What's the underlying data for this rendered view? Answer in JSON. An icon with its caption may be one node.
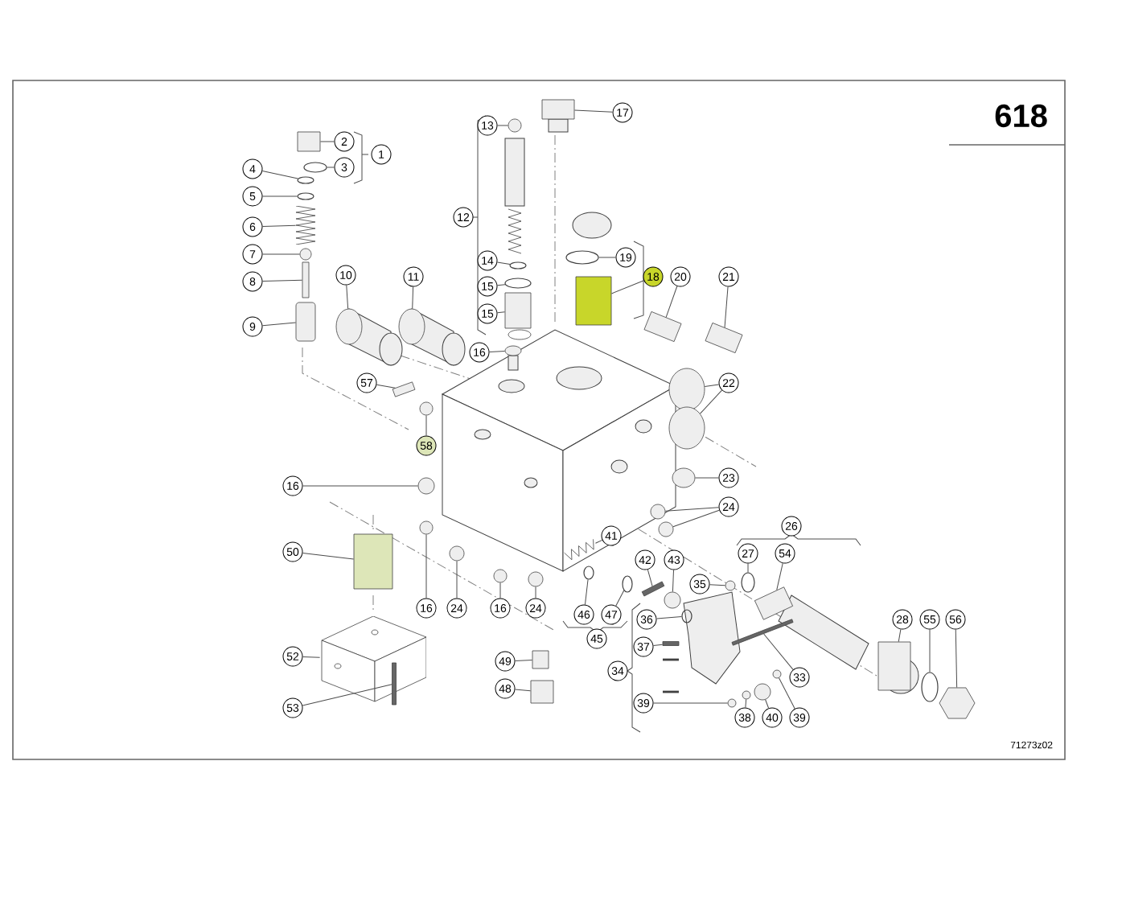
{
  "diagram": {
    "nodes": [
      {
        "text": [
          "1"
        ]
      },
      {
        "text": [
          "2"
        ]
      },
      {
        "text": [
          "3"
        ]
      },
      {
        "text": [
          "4"
        ]
      },
      {
        "text": [
          "5"
        ]
      },
      {
        "text": [
          "6"
        ]
      },
      {
        "text": [
          "7"
        ]
      },
      {
        "text": [
          "8"
        ]
      },
      {
        "text": [
          "9"
        ]
      },
      {
        "text": [
          "10"
        ]
      },
      {
        "text": [
          "11"
        ]
      },
      {
        "text": [
          "12"
        ]
      },
      {
        "text": [
          "13"
        ]
      },
      {
        "text": [
          "14"
        ]
      },
      {
        "text": [
          "15"
        ]
      },
      {
        "text": [
          "15"
        ]
      },
      {
        "text": [
          "16"
        ]
      },
      {
        "text": [
          "17"
        ]
      },
      {
        "text": [
          "19"
        ]
      },
      {
        "text": [
          "18"
        ]
      },
      {
        "text": [
          "20"
        ]
      },
      {
        "text": [
          "21"
        ]
      },
      {
        "text": [
          "22"
        ]
      },
      {
        "text": [
          "57"
        ]
      },
      {
        "text": [
          "58"
        ]
      },
      {
        "text": [
          "23"
        ]
      },
      {
        "text": [
          "16"
        ]
      },
      {
        "text": [
          "24"
        ]
      },
      {
        "text": [
          "26"
        ]
      },
      {
        "text": [
          "41"
        ]
      },
      {
        "text": [
          "50"
        ]
      },
      {
        "text": [
          "27"
        ]
      },
      {
        "text": [
          "54"
        ]
      },
      {
        "text": [
          "42"
        ]
      },
      {
        "text": [
          "43"
        ]
      },
      {
        "text": [
          "35"
        ]
      },
      {
        "text": [
          "16"
        ]
      },
      {
        "text": [
          "24"
        ]
      },
      {
        "text": [
          "16"
        ]
      },
      {
        "text": [
          "24"
        ]
      },
      {
        "text": [
          "46"
        ]
      },
      {
        "text": [
          "47"
        ]
      },
      {
        "text": [
          "28"
        ]
      },
      {
        "text": [
          "55"
        ]
      },
      {
        "text": [
          "56"
        ]
      },
      {
        "text": [
          "36"
        ]
      },
      {
        "text": [
          "45"
        ]
      },
      {
        "text": [
          "37"
        ]
      },
      {
        "text": [
          "52"
        ]
      },
      {
        "text": [
          "49"
        ]
      },
      {
        "text": [
          "34"
        ]
      },
      {
        "text": [
          "33"
        ]
      },
      {
        "text": [
          "48"
        ]
      },
      {
        "text": [
          "39"
        ]
      },
      {
        "text": [
          "53"
        ]
      },
      {
        "text": [
          "38"
        ]
      },
      {
        "text": [
          "40"
        ]
      },
      {
        "text": [
          "39"
        ]
      },
      {
        "text": [],
        "shape": "box"
      },
      {
        "text": [],
        "shape": "ring"
      },
      {
        "text": [],
        "shape": "ring"
      },
      {
        "text": [],
        "shape": "ring"
      },
      {
        "text": [],
        "shape": "spring"
      },
      {
        "text": [],
        "shape": "circle"
      },
      {
        "text": [],
        "shape": "box"
      },
      {
        "text": [],
        "shape": "box"
      },
      {
        "text": [],
        "shape": "circle"
      },
      {
        "text": [],
        "shape": "circle"
      },
      {
        "text": [],
        "shape": "circle"
      },
      {
        "text": [],
        "shape": "ring"
      },
      {
        "text": [],
        "shape": "ring"
      },
      {
        "text": [],
        "shape": "box"
      },
      {
        "text": [],
        "shape": "circle"
      },
      {
        "text": [],
        "shape": "box"
      },
      {
        "text": [],
        "shape": "ring"
      },
      {
        "text": [],
        "shape": "cylinder"
      },
      {
        "text": [],
        "shape": "box"
      },
      {
        "text": [],
        "shape": "box"
      },
      {
        "text": [],
        "shape": "circle"
      },
      {
        "text": [],
        "shape": "circle"
      },
      {
        "text": [],
        "shape": "box"
      },
      {
        "text": [],
        "shape": "circle"
      },
      {
        "text": [],
        "shape": "circle"
      },
      {
        "text": [],
        "shape": "circle"
      },
      {
        "text": [],
        "shape": "circle"
      },
      {
        "text": [],
        "shape": "circle"
      },
      {
        "text": [],
        "shape": "spring"
      },
      {
        "text": [],
        "shape": "cylinder"
      },
      {
        "text": [],
        "shape": "ring"
      },
      {
        "text": [],
        "shape": "box"
      },
      {
        "text": [],
        "shape": "box"
      },
      {
        "text": [],
        "shape": "circle"
      },
      {
        "text": [],
        "shape": "circle"
      },
      {
        "text": [],
        "shape": "circle"
      },
      {
        "text": [],
        "shape": "circle"
      },
      {
        "text": [],
        "shape": "circle"
      },
      {
        "text": [],
        "shape": "circle"
      },
      {
        "text": [],
        "shape": "ring"
      },
      {
        "text": [],
        "shape": "ring"
      },
      {
        "text": [],
        "shape": "box"
      },
      {
        "text": [],
        "shape": "ring"
      },
      {
        "text": [],
        "shape": "nut"
      },
      {
        "text": [],
        "shape": "ring"
      },
      {
        "text": [],
        "shape": "box"
      },
      {
        "text": [],
        "shape": "block"
      },
      {
        "text": [],
        "shape": "box"
      },
      {
        "text": [],
        "shape": "box"
      },
      {
        "text": [],
        "shape": "box"
      },
      {
        "text": [],
        "shape": "circle"
      },
      {
        "text": [],
        "shape": "box"
      },
      {
        "text": [],
        "shape": "circle"
      },
      {
        "text": [],
        "shape": "circle"
      },
      {
        "text": [],
        "shape": "circle"
      }
    ],
    "edges": [
      {
        "from": 1,
        "to": 58,
        "arrow": "none"
      },
      {
        "from": 2,
        "to": 59,
        "arrow": "none"
      },
      {
        "from": 3,
        "to": 60,
        "arrow": "none"
      },
      {
        "from": 4,
        "to": 61,
        "arrow": "none"
      },
      {
        "from": 5,
        "to": 62,
        "arrow": "none"
      },
      {
        "from": 6,
        "to": 63,
        "arrow": "none"
      },
      {
        "from": 7,
        "to": 64,
        "arrow": "none"
      },
      {
        "from": 8,
        "to": 65,
        "arrow": "none"
      },
      {
        "from": 9,
        "to": 66,
        "arrow": "none"
      },
      {
        "from": 10,
        "to": 67,
        "arrow": "none"
      },
      {
        "from": 12,
        "to": 68,
        "arrow": "none"
      },
      {
        "from": 13,
        "to": 69,
        "arrow": "none"
      },
      {
        "from": 14,
        "to": 70,
        "arrow": "none"
      },
      {
        "from": 15,
        "to": 71,
        "arrow": "none"
      },
      {
        "from": 16,
        "to": 72,
        "arrow": "none"
      },
      {
        "from": 17,
        "to": 73,
        "arrow": "none"
      },
      {
        "from": 18,
        "to": 74,
        "arrow": "none"
      },
      {
        "from": 19,
        "to": 75,
        "arrow": "none"
      },
      {
        "from": 20,
        "to": 76,
        "arrow": "none"
      },
      {
        "from": 21,
        "to": 77,
        "arrow": "none"
      },
      {
        "from": 22,
        "to": 78,
        "arrow": "none"
      },
      {
        "from": 22,
        "to": 79,
        "arrow": "none"
      },
      {
        "from": 23,
        "to": 80,
        "arrow": "none"
      },
      {
        "from": 24,
        "to": 81,
        "arrow": "none"
      },
      {
        "from": 25,
        "to": 82,
        "arrow": "none"
      },
      {
        "from": 26,
        "to": 83,
        "arrow": "none"
      },
      {
        "from": 27,
        "to": 84,
        "arrow": "none"
      },
      {
        "from": 27,
        "to": 85,
        "arrow": "none"
      },
      {
        "from": 29,
        "to": 86,
        "arrow": "none"
      },
      {
        "from": 30,
        "to": 87,
        "arrow": "none"
      },
      {
        "from": 31,
        "to": 88,
        "arrow": "none"
      },
      {
        "from": 32,
        "to": 89,
        "arrow": "none"
      },
      {
        "from": 33,
        "to": 90,
        "arrow": "none"
      },
      {
        "from": 34,
        "to": 91,
        "arrow": "none"
      },
      {
        "from": 35,
        "to": 92,
        "arrow": "none"
      },
      {
        "from": 36,
        "to": 93,
        "arrow": "none"
      },
      {
        "from": 37,
        "to": 94,
        "arrow": "none"
      },
      {
        "from": 38,
        "to": 95,
        "arrow": "none"
      },
      {
        "from": 39,
        "to": 96,
        "arrow": "none"
      },
      {
        "from": 40,
        "to": 97,
        "arrow": "none"
      },
      {
        "from": 41,
        "to": 98,
        "arrow": "none"
      },
      {
        "from": 42,
        "to": 99,
        "arrow": "none"
      },
      {
        "from": 43,
        "to": 100,
        "arrow": "none"
      },
      {
        "from": 44,
        "to": 101,
        "arrow": "none"
      },
      {
        "from": 45,
        "to": 102,
        "arrow": "none"
      },
      {
        "from": 47,
        "to": 103,
        "arrow": "none"
      },
      {
        "from": 48,
        "to": 104,
        "arrow": "none"
      },
      {
        "from": 49,
        "to": 105,
        "arrow": "none"
      },
      {
        "from": 51,
        "to": 106,
        "arrow": "none"
      },
      {
        "from": 52,
        "to": 107,
        "arrow": "none"
      },
      {
        "from": 53,
        "to": 108,
        "arrow": "none"
      },
      {
        "from": 54,
        "to": 109,
        "arrow": "none"
      },
      {
        "from": 55,
        "to": 110,
        "arrow": "none"
      },
      {
        "from": 56,
        "to": 111,
        "arrow": "none"
      },
      {
        "from": 57,
        "to": 112,
        "arrow": "none"
      }
    ],
    "labels": [
      "618",
      "71273z02"
    ]
  }
}
